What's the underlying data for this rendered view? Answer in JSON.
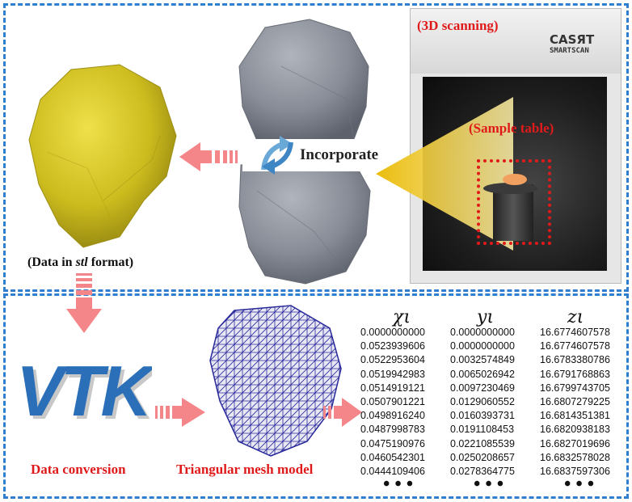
{
  "top_panel": {
    "scanner_label": "(3D scanning)",
    "brand_name": "CASЯT",
    "brand_sub": "SMARTSCAN",
    "sample_table_label": "(Sample table)",
    "incorporate_label": "Incorporate",
    "stl_caption_prefix": "(Data in ",
    "stl_caption_italic": "stl",
    "stl_caption_suffix": " format)"
  },
  "bottom_panel": {
    "vtk_logo": "VTK",
    "data_conversion_label": "Data conversion",
    "mesh_label": "Triangular mesh model",
    "table": {
      "headers": [
        "χι",
        "yι",
        "zι"
      ],
      "x_values": [
        "0.0000000000",
        "0.0523939606",
        "0.0522953604",
        "0.0519942983",
        "0.0514919121",
        "0.0507901221",
        "0.0498916240",
        "0.0487998783",
        "0.0475190976",
        "0.0460542301",
        "0.0444109406"
      ],
      "y_values": [
        "0.0000000000",
        "0.0000000000",
        "0.0032574849",
        "0.0065026942",
        "0.0097230469",
        "0.0129060552",
        "0.0160393731",
        "0.0191108453",
        "0.0221085539",
        "0.0250208657",
        "0.0278364775"
      ],
      "z_values": [
        "16.6774607578",
        "16.6774607578",
        "16.6783380786",
        "16.6791768863",
        "16.6799743705",
        "16.6807279225",
        "16.6814351381",
        "16.6820938183",
        "16.6827019696",
        "16.6832578028",
        "16.6837597306"
      ],
      "ellipsis": "•••"
    }
  },
  "colors": {
    "frame": "#2e7fd0",
    "label_red": "#e01a1a",
    "arrow_pink": "#f4868a",
    "stone_yellow": "#d8c822",
    "stone_gray": "#8a8f99",
    "mesh_blue": "#28289a",
    "vtk_blue": "#2a6fb8"
  }
}
